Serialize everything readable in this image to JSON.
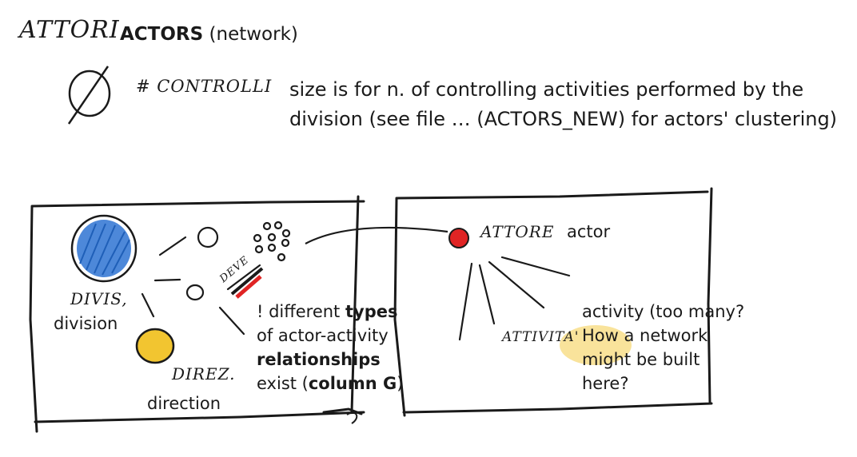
{
  "header": {
    "handwritten_title": "ATTORI",
    "title_bold": "ACTORS",
    "title_rest": "(network)"
  },
  "legend": {
    "handwritten_label": "# CONTROLLI",
    "description": "size is for n. of controlling activities performed by the division (see file … (ACTORS_NEW) for actors' clustering)"
  },
  "left_panel": {
    "division_handwritten": "DIVIS,",
    "division_label": "division",
    "direction_handwritten": "DIREZ.",
    "direction_label": "direction",
    "deve_handwritten": "DEVE",
    "note_prefix": "! different ",
    "note_types": "types",
    "note_line2": "of actor-activity",
    "note_relationships": "relationships",
    "note_exist": "exist (",
    "note_column": "column G",
    "note_close": ")"
  },
  "right_panel": {
    "actor_handwritten": "ATTORE",
    "actor_label": "actor",
    "activity_handwritten": "ATTIVITA'",
    "activity_line1": "activity (too many?",
    "activity_line2": "How a network",
    "activity_line3": "might be built",
    "activity_line4": "here?"
  },
  "colors": {
    "ink": "#1a1a1a",
    "division_blue": "#3a7bd5",
    "direction_yellow": "#f2c530",
    "actor_red": "#e02424",
    "highlight_yellow": "#f7d97a"
  }
}
